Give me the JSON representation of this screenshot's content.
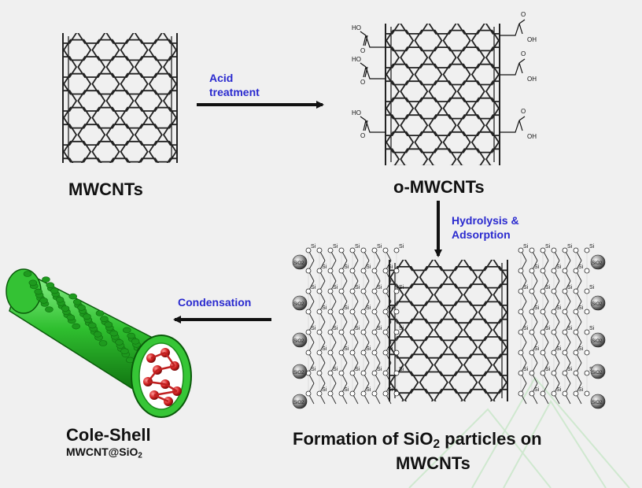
{
  "labels": {
    "mwcnts": "MWCNTs",
    "o_mwcnts": "o-MWCNTs",
    "acid_line1": "Acid",
    "acid_line2": "treatment",
    "hydrolysis_line1": "Hydrolysis &",
    "hydrolysis_line2": "Adsorption",
    "condensation": "Condensation",
    "cole_shell": "Cole-Shell",
    "mwcnt_sio_prefix": "MWCNT@SiO",
    "mwcnt_sio_sub": "2",
    "formation_prefix": "Formation of SiO",
    "formation_sub": "2",
    "formation_suffix": " particles on",
    "formation_line2": "MWCNTs"
  },
  "chem": {
    "oh": "OH",
    "ho": "HO",
    "o": "O",
    "si": "Si",
    "sio2": "SiO2"
  },
  "colors": {
    "background": "#f0f0f0",
    "arrow_text": "#2a2acf",
    "tube_green": "#2fbf2f",
    "tube_inner_red": "#d02020",
    "watermark": "#cfe8cf"
  }
}
